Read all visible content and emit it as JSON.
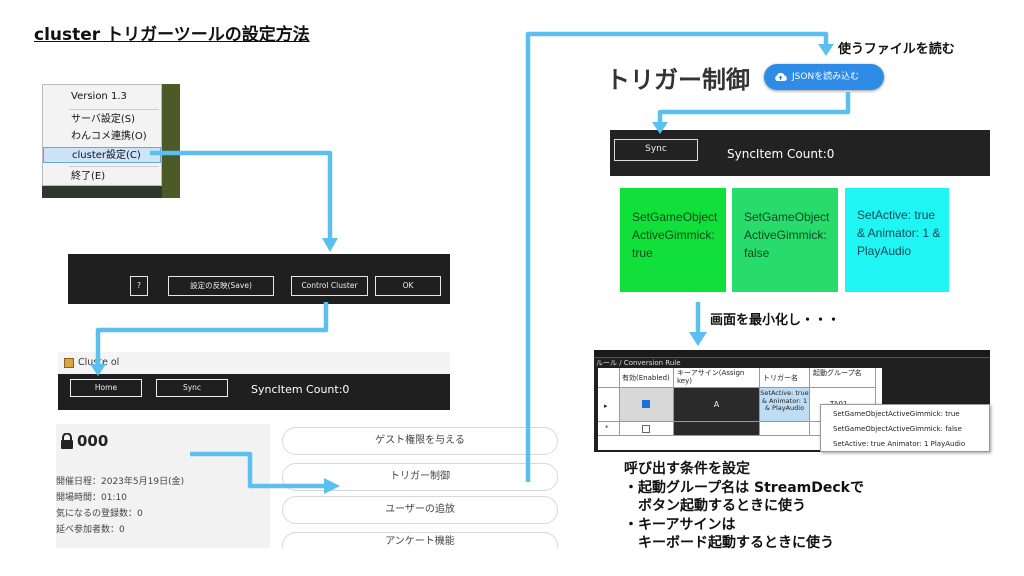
{
  "title": "cluster トリガーツールの設定方法",
  "context_menu": {
    "items": [
      "Version 1.3",
      "サーバ設定(S)",
      "わんコメ連携(O)",
      "cluster設定(C)",
      "終了(E)"
    ]
  },
  "control_bar": {
    "help_label": "?",
    "save_label": "設定の反映(Save)",
    "control_label": "Control Cluster",
    "ok_label": "OK"
  },
  "cluster_window": {
    "title": "Cluste    ol",
    "home_label": "Home",
    "sync_label": "Sync",
    "sync_count": "SyncItem Count:0"
  },
  "event": {
    "id": "000",
    "date": "開催日程：2023年5月19日(金)",
    "time": "開場時間：01:10",
    "registered": "気になるの登録数：0",
    "participants": "延べ参加者数：0"
  },
  "menu_pills": [
    "ゲスト権限を与える",
    "トリガー制御",
    "ユーザーの追放",
    "アンケート機能"
  ],
  "notes": {
    "use_file": "使うファイルを読む",
    "minimize": "画面を最小化し・・・",
    "conditions": [
      "呼び出す条件を設定",
      "・起動グループ名は StreamDeckで",
      "　ボタン起動するときに使う",
      "・キーアサインは",
      "　キーボード起動するときに使う"
    ]
  },
  "trigger_panel": {
    "title": "トリガー制御",
    "json_button": "JSONを読み込む",
    "sync_label": "Sync",
    "sync_count": "SyncItem Count:0",
    "tiles": [
      "SetGameObjectActiveGimmick: true",
      "SetGameObjectActiveGimmick: false",
      "SetActive: true & Animator: 1 & PlayAudio"
    ]
  },
  "rule_table": {
    "title": "ルール / Conversion Rule",
    "headers": [
      "有効(Enabled)",
      "キーアサイン(Assign key)",
      "トリガー名",
      "起動グループ名"
    ],
    "row": {
      "key": "A",
      "trigger": "SetActive: true & Animator: 1 & PlayAudio",
      "group": "TA01"
    },
    "row_marker": "▸",
    "new_marker": "*",
    "dropdown": [
      "SetGameObjectActiveGimmick: true",
      "SetGameObjectActiveGimmick: false",
      "SetActive: true  Animator: 1  PlayAudio"
    ]
  },
  "colors": {
    "arrow": "#5bc0f0",
    "tile_green": "#11e03a",
    "tile_green2": "#27dc6a",
    "tile_cyan": "#1ff5f2",
    "json_button": "#2e8be6"
  }
}
